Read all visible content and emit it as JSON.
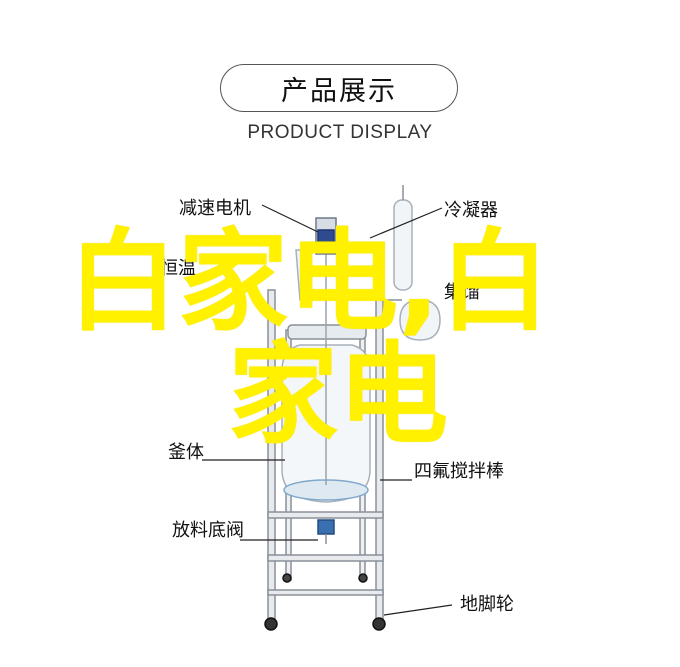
{
  "header": {
    "title": "产品展示",
    "subtitle": "PRODUCT DISPLAY"
  },
  "labels": {
    "motor": "减速电机",
    "condenser": "冷凝器",
    "left_partial": "恒温",
    "right_partial": "集馏",
    "kettle": "釜体",
    "stirrer": "四氟搅拌棒",
    "valve": "放料底阀",
    "caster": "地脚轮"
  },
  "watermark": {
    "line1": "白家电,白",
    "line2": "家电",
    "color": "#fff100"
  }
}
